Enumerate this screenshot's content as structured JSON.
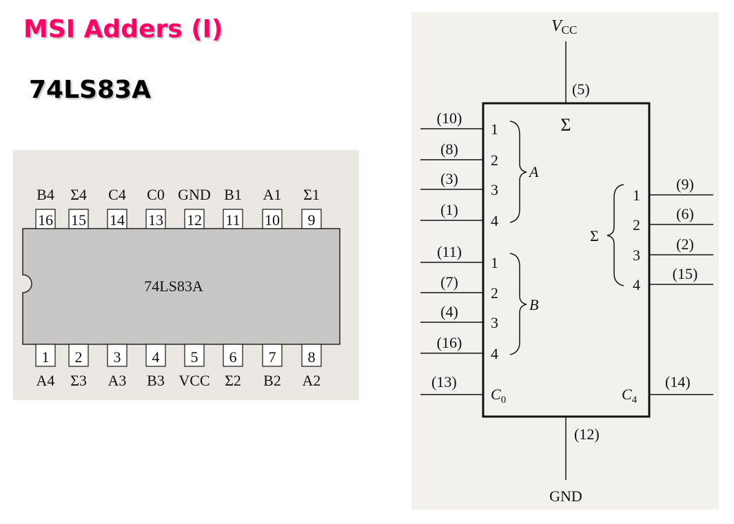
{
  "slide": {
    "title": "MSI Adders (I)",
    "subtitle": "74LS83A"
  },
  "pinout": {
    "chip_label": "74LS83A",
    "top_pins": [
      {
        "num": "16",
        "label": "B4"
      },
      {
        "num": "15",
        "label": "Σ4"
      },
      {
        "num": "14",
        "label": "C4"
      },
      {
        "num": "13",
        "label": "C0"
      },
      {
        "num": "12",
        "label": "GND"
      },
      {
        "num": "11",
        "label": "B1"
      },
      {
        "num": "10",
        "label": "A1"
      },
      {
        "num": "9",
        "label": "Σ1"
      }
    ],
    "bottom_pins": [
      {
        "num": "1",
        "label": "A4"
      },
      {
        "num": "2",
        "label": "Σ3"
      },
      {
        "num": "3",
        "label": "A3"
      },
      {
        "num": "4",
        "label": "B3"
      },
      {
        "num": "5",
        "label": "VCC"
      },
      {
        "num": "6",
        "label": "Σ2"
      },
      {
        "num": "7",
        "label": "B2"
      },
      {
        "num": "8",
        "label": "A2"
      }
    ]
  },
  "logic_symbol": {
    "vcc": "VCC",
    "vcc_pin": "(5)",
    "gnd": "GND",
    "gnd_pin": "(12)",
    "sigma": "Σ",
    "a_group": "A",
    "b_group": "B",
    "sum_group": "Σ",
    "a_inputs": [
      {
        "pin": "(10)",
        "bit": "1"
      },
      {
        "pin": "(8)",
        "bit": "2"
      },
      {
        "pin": "(3)",
        "bit": "3"
      },
      {
        "pin": "(1)",
        "bit": "4"
      }
    ],
    "b_inputs": [
      {
        "pin": "(11)",
        "bit": "1"
      },
      {
        "pin": "(7)",
        "bit": "2"
      },
      {
        "pin": "(4)",
        "bit": "3"
      },
      {
        "pin": "(16)",
        "bit": "4"
      }
    ],
    "sum_outputs": [
      {
        "pin": "(9)",
        "bit": "1"
      },
      {
        "pin": "(6)",
        "bit": "2"
      },
      {
        "pin": "(2)",
        "bit": "3"
      },
      {
        "pin": "(15)",
        "bit": "4"
      }
    ],
    "carry_in": {
      "pin": "(13)",
      "label": "C0"
    },
    "carry_out": {
      "pin": "(14)",
      "label": "C4"
    }
  },
  "colors": {
    "title": "#ff0066",
    "chip_body": "#c9c6c6",
    "panel_bg": "#ebe8e3"
  }
}
